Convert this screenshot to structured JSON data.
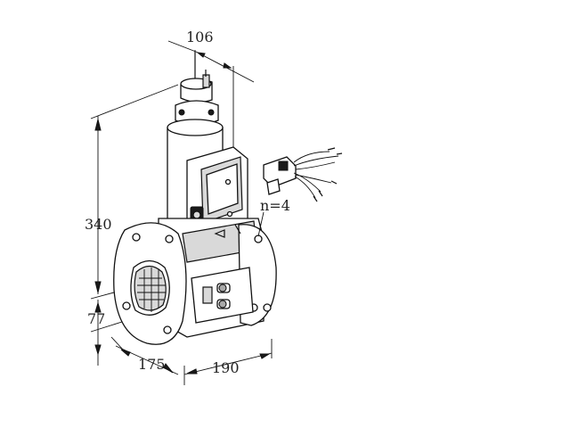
{
  "dimensions": {
    "top_width": "106",
    "height_overall": "340",
    "height_lower": "77",
    "depth": "175",
    "width": "190"
  },
  "annotations": {
    "holes": "n=4"
  }
}
